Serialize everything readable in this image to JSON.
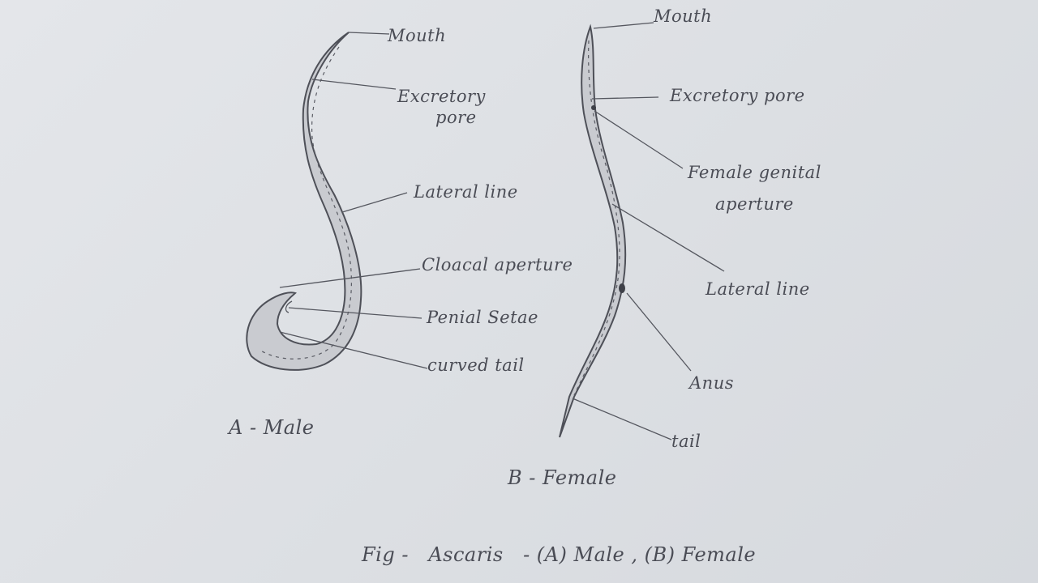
{
  "diagram": {
    "male": {
      "caption": "A - Male",
      "labels": {
        "mouth": "Mouth",
        "excretory_pore_1": "Excretory",
        "excretory_pore_2": "pore",
        "lateral_line": "Lateral line",
        "cloacal_aperture": "Cloacal aperture",
        "penial_setae": "Penial Setae",
        "curved_tail": "curved tail"
      }
    },
    "female": {
      "caption": "B - Female",
      "labels": {
        "mouth": "Mouth",
        "excretory_pore": "Excretory pore",
        "female_genital_1": "Female genital",
        "female_genital_2": "aperture",
        "lateral_line": "Lateral line",
        "anus": "Anus",
        "tail": "tail"
      }
    },
    "figure_title": "Fig -   Ascaris   - (A) Male , (B) Female"
  },
  "colors": {
    "paper": "#dcdfe3",
    "pencil": "#4a4c55",
    "shading": "#c9cbd0"
  }
}
